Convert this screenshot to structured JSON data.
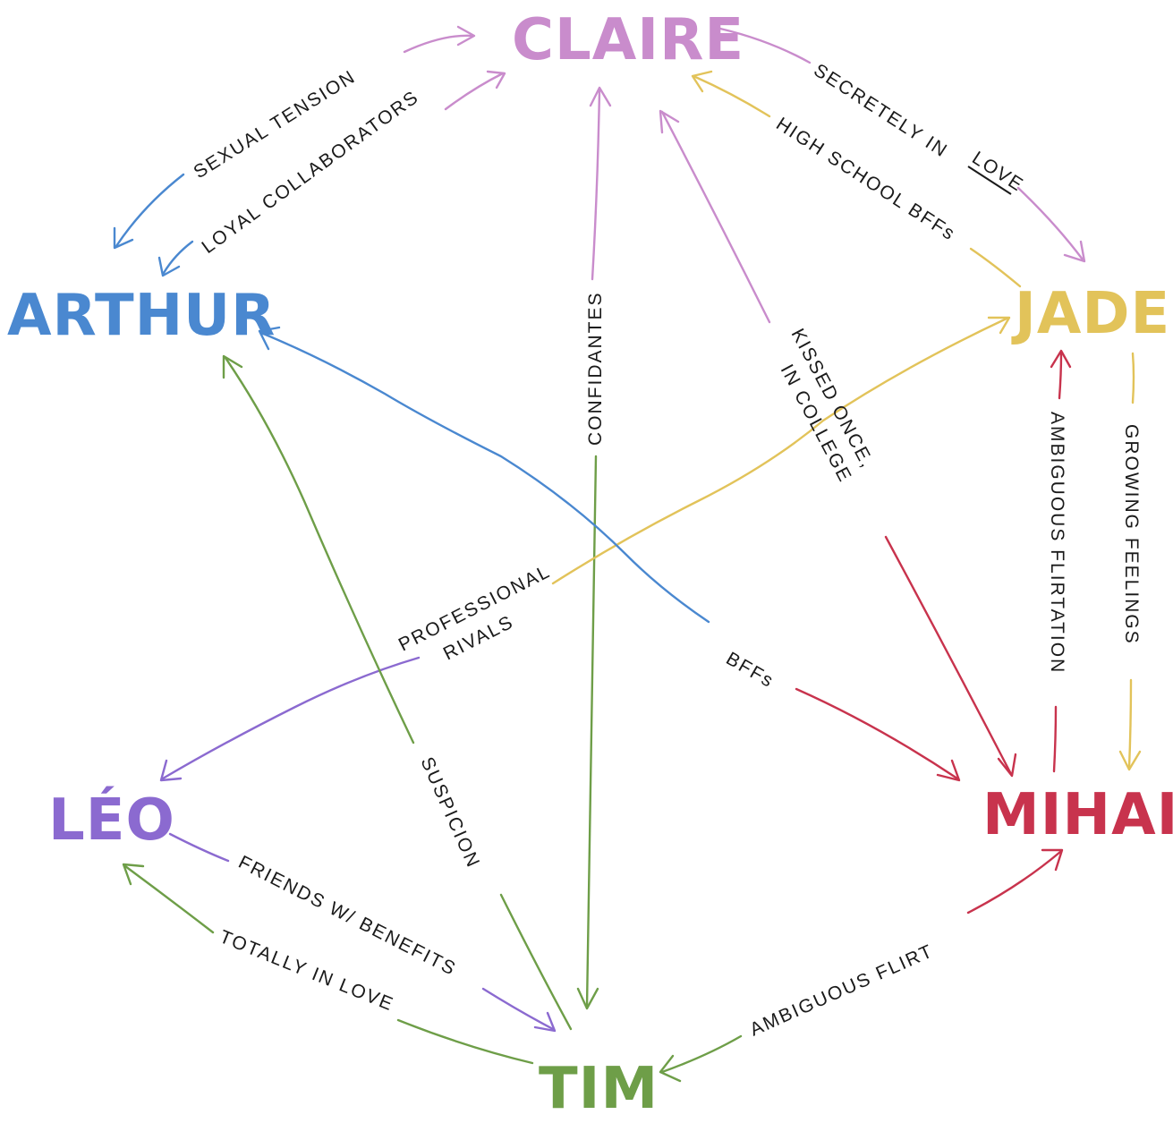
{
  "colors": {
    "claire": "#c98ccc",
    "arthur": "#4a88d0",
    "jade": "#e2c35a",
    "mihail": "#c8334d",
    "leo": "#8b6ad0",
    "tim": "#6e9e48",
    "text": "#1a1a1a"
  },
  "nodes": {
    "claire": "CLAIRE",
    "arthur": "ARTHUR",
    "jade": "JADE",
    "mihail": "MIHAIL",
    "leo": "LÉO",
    "tim": "TIM"
  },
  "relations": {
    "sexual_tension": "SEXUAL TENSION",
    "loyal_collaborators": "LOYAL COLLABORATORS",
    "secretely_in": "SECRETELY IN",
    "love": "LOVE",
    "high_school_bffs": "HIGH SCHOOL BFFs",
    "confidantes": "CONFIDANTES",
    "kissed_once": "KISSED ONCE,",
    "in_college": "IN COLLEGE",
    "ambiguous_flirtation": "AMBIGUOUS FLIRTATION",
    "growing_feelings": "GROWING FEELINGS",
    "professional": "PROFESSIONAL",
    "rivals": "RIVALS",
    "bffs": "BFFs",
    "suspicion": "SUSPICION",
    "friends_with_benefits": "FRIENDS W/ BENEFITS",
    "totally_in_love": "TOTALLY IN LOVE",
    "ambiguous_flirt": "AMBIGUOUS FLIRT"
  }
}
